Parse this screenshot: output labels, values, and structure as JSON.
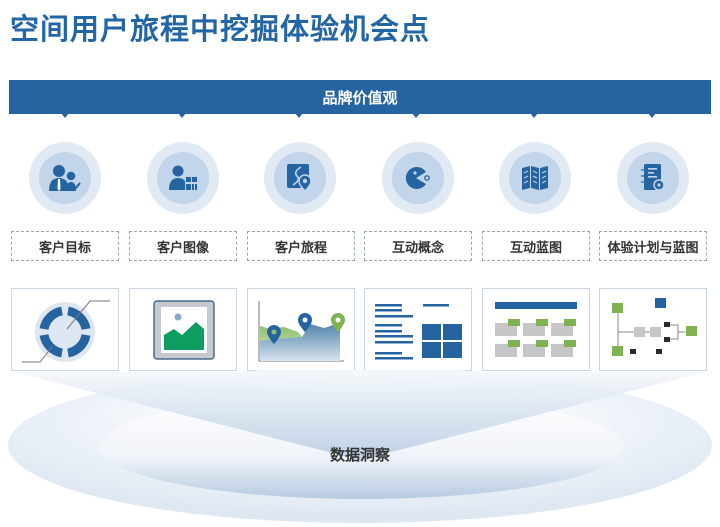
{
  "title": "空间用户旅程中挖掘体验机会点",
  "banner": {
    "label": "品牌价值观"
  },
  "colors": {
    "primary": "#2564a1",
    "title": "#2366a6",
    "circle_outer": "#e1e9f3",
    "circle_inner": "#c2d5ea",
    "green": "#0f9d62",
    "light_green": "#7fb352",
    "gray": "#c6c6c6",
    "dark": "#2a2a2a"
  },
  "columns": [
    {
      "label": "客户目标",
      "icon": "user-target-icon",
      "illustration": "target-ring-diagram"
    },
    {
      "label": "客户图像",
      "icon": "user-profile-icon",
      "illustration": "image-picture-frame"
    },
    {
      "label": "客户旅程",
      "icon": "map-route-icon",
      "illustration": "journey-area-chart"
    },
    {
      "label": "互动概念",
      "icon": "pacman-concept-icon",
      "illustration": "document-layout"
    },
    {
      "label": "互动蓝图",
      "icon": "folded-map-icon",
      "illustration": "blueprint-grid"
    },
    {
      "label": "体验计划与蓝图",
      "icon": "plan-notebook-icon",
      "illustration": "flow-tree-diagram"
    }
  ],
  "foundation": {
    "label": "数据洞察"
  }
}
